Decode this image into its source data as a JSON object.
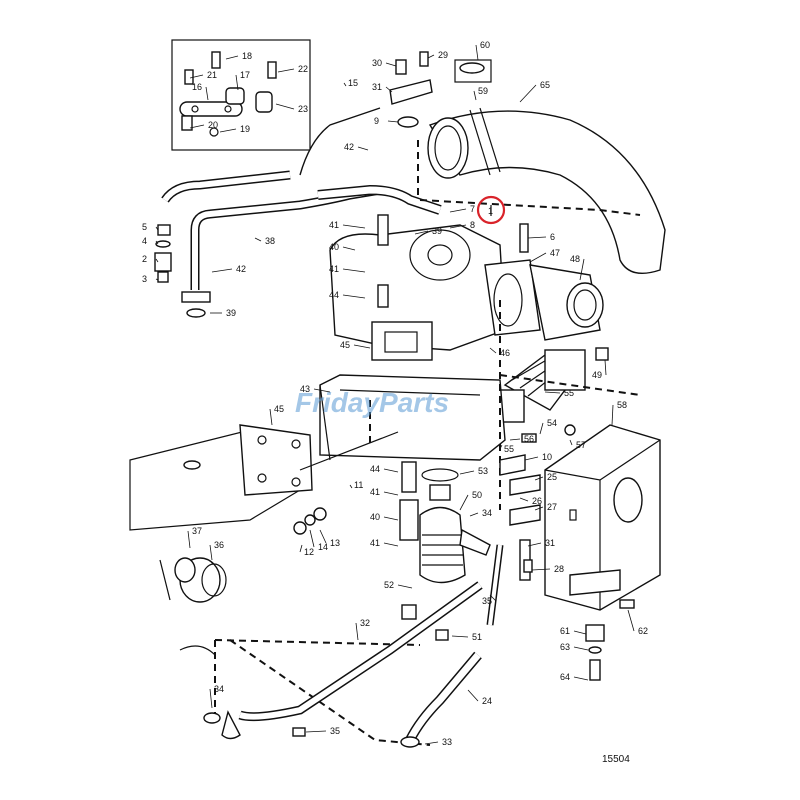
{
  "diagram": {
    "drawing_number": "15504",
    "watermark": "FridayParts",
    "highlight_color": "#d9232a",
    "highlighted_part": "1",
    "labels": [
      "1",
      "2",
      "3",
      "4",
      "5",
      "6",
      "7",
      "8",
      "9",
      "10",
      "11",
      "12",
      "13",
      "14",
      "15",
      "16",
      "17",
      "18",
      "19",
      "20",
      "21",
      "22",
      "23",
      "24",
      "25",
      "26",
      "27",
      "28",
      "29",
      "30",
      "31",
      "31",
      "32",
      "33",
      "34",
      "34",
      "35",
      "35",
      "36",
      "37",
      "38",
      "39",
      "39",
      "40",
      "40",
      "41",
      "41",
      "41",
      "41",
      "42",
      "42",
      "43",
      "44",
      "44",
      "45",
      "45",
      "46",
      "47",
      "48",
      "49",
      "50",
      "51",
      "52",
      "53",
      "54",
      "55",
      "55",
      "56",
      "57",
      "58",
      "59",
      "60",
      "61",
      "62",
      "63",
      "64",
      "65"
    ]
  }
}
